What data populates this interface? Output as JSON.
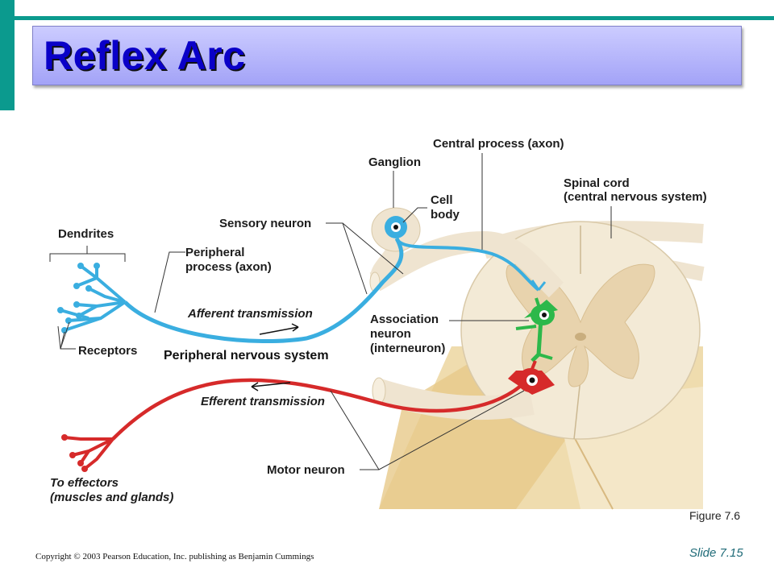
{
  "title": "Reflex Arc",
  "labels": {
    "central_process": "Central process (axon)",
    "ganglion": "Ganglion",
    "cell_line1": "Cell",
    "cell_line2": "body",
    "spinal_line1": "Spinal cord",
    "spinal_line2": "(central nervous system)",
    "sensory_neuron": "Sensory neuron",
    "dendrites": "Dendrites",
    "peripheral_line1": "Peripheral",
    "peripheral_line2": "process (axon)",
    "afferent": "Afferent transmission",
    "association_line1": "Association",
    "association_line2": "neuron",
    "association_line3": "(interneuron)",
    "receptors": "Receptors",
    "pns": "Peripheral nervous system",
    "efferent": "Efferent transmission",
    "motor_neuron": "Motor neuron",
    "effectors_line1": "To effectors",
    "effectors_line2": "(muscles and glands)"
  },
  "figure_label": "Figure 7.6",
  "copyright": "Copyright © 2003 Pearson Education, Inc. publishing as Benjamin Cummings",
  "slide_number": "Slide 7.15",
  "colors": {
    "accent": "#0b9a8e",
    "title_text": "#0a00c8",
    "title_box": "#a3a3f7",
    "sensory_neuron": "#3aaee0",
    "association_neuron": "#2db84a",
    "motor_neuron": "#d62a2a",
    "spinal_cord": "#ede3cc",
    "nerve": "#efe4d0"
  }
}
